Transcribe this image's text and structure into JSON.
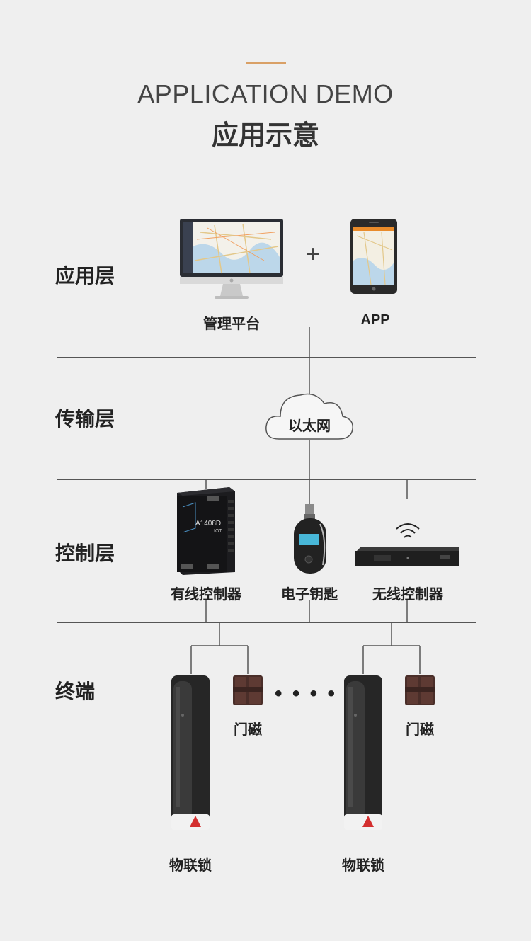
{
  "header": {
    "title_en": "APPLICATION DEMO",
    "title_cn": "应用示意"
  },
  "layers": {
    "application": "应用层",
    "transport": "传输层",
    "control": "控制层",
    "terminal": "终端"
  },
  "devices": {
    "management_platform": "管理平台",
    "app": "APP",
    "ethernet": "以太网",
    "wired_controller": "有线控制器",
    "electronic_key": "电子钥匙",
    "wireless_controller": "无线控制器",
    "door_sensor_1": "门磁",
    "door_sensor_2": "门磁",
    "iot_lock_1": "物联锁",
    "iot_lock_2": "物联锁",
    "controller_model": "A1408D",
    "controller_sub": "IOT"
  },
  "symbols": {
    "plus": "+",
    "ellipsis": "• • • •"
  },
  "colors": {
    "accent": "#d9a066",
    "line": "#555555",
    "background": "#efefef"
  }
}
